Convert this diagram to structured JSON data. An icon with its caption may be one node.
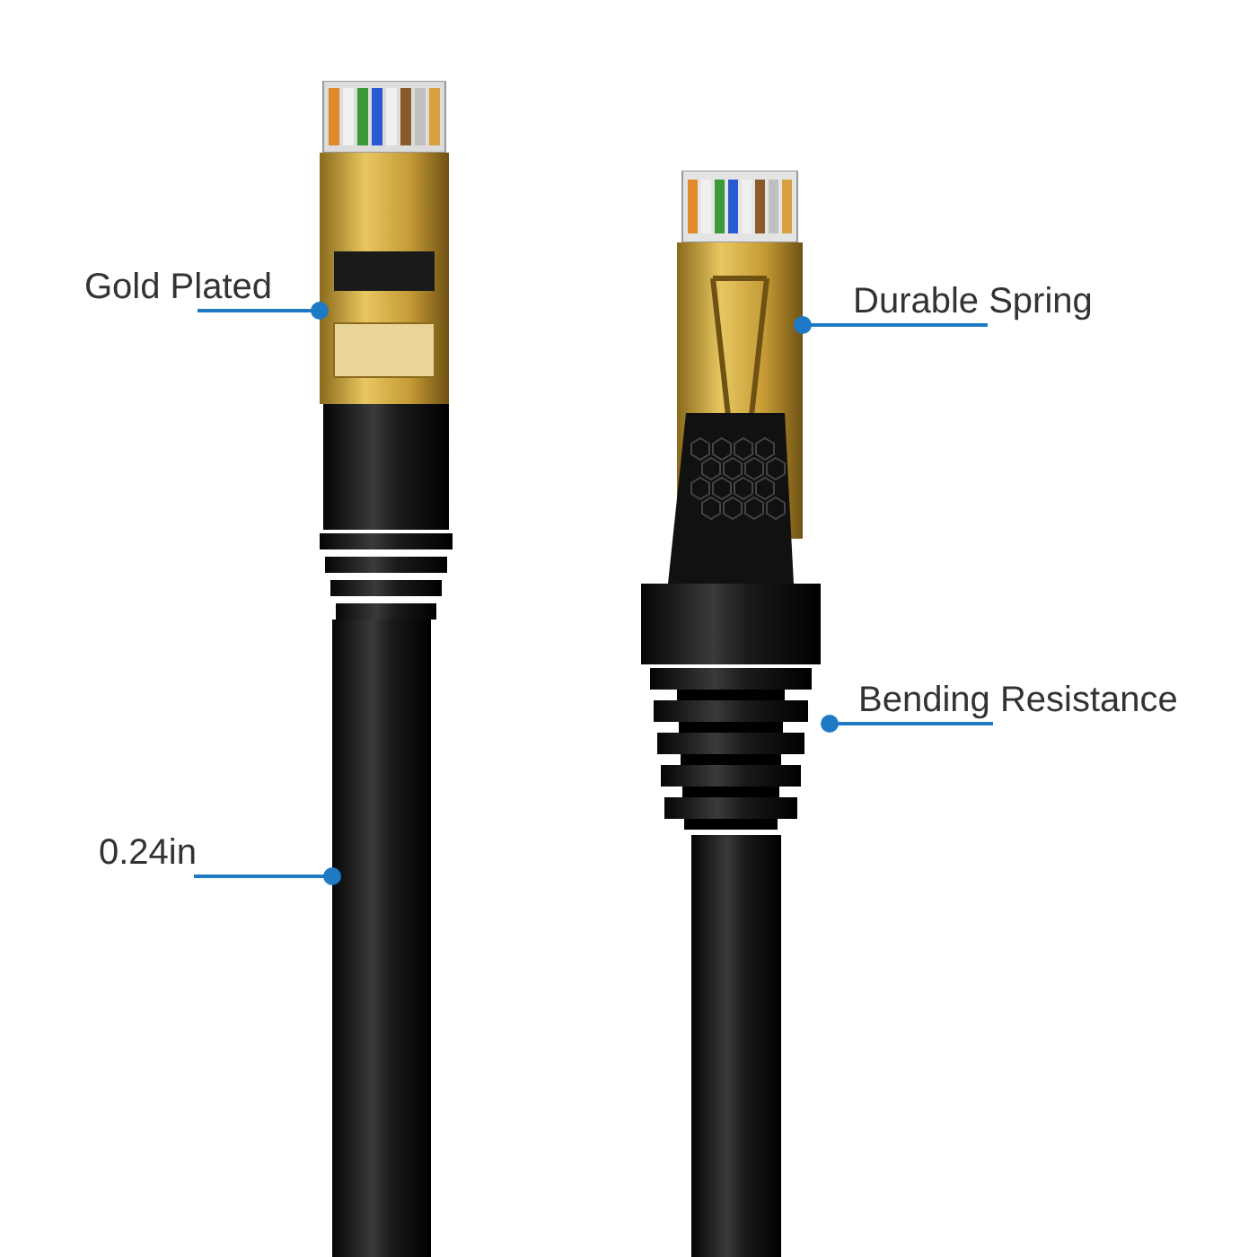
{
  "diagram": {
    "nodes": [
      {
        "text": [
          "Gold Plated"
        ]
      },
      {
        "text": [],
        "shape": "picture"
      },
      {
        "text": [
          "Durable Spring"
        ]
      },
      {
        "text": [],
        "shape": "picture"
      },
      {
        "text": [
          "Bending Resistance"
        ]
      },
      {
        "text": [],
        "shape": "picture"
      },
      {
        "text": [
          "0.24in"
        ]
      },
      {
        "text": [],
        "shape": "picture"
      }
    ],
    "edges": [
      {
        "from": 0,
        "to": 1,
        "arrow": "other"
      },
      {
        "from": 2,
        "to": 3,
        "arrow": "other"
      },
      {
        "from": 4,
        "to": 5,
        "arrow": "other"
      },
      {
        "from": 6,
        "to": 7,
        "arrow": "other"
      }
    ]
  }
}
